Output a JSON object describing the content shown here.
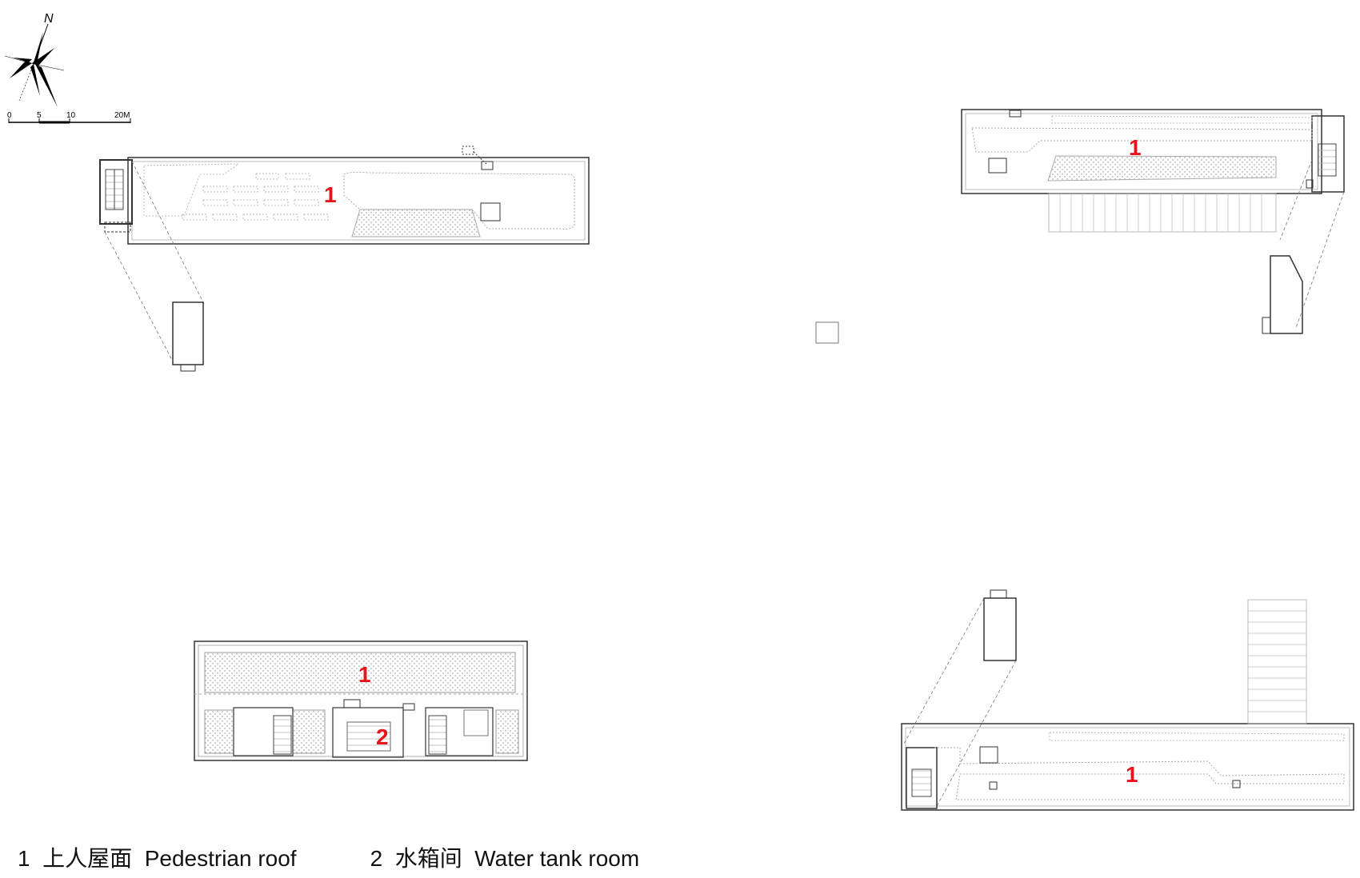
{
  "compass": {
    "north_label": "N"
  },
  "scale_bar": {
    "labels": [
      "0",
      "5",
      "10",
      "20M"
    ]
  },
  "plans": [
    {
      "id": "plan-top-left",
      "labels": [
        "1"
      ]
    },
    {
      "id": "plan-top-right",
      "labels": [
        "1"
      ]
    },
    {
      "id": "plan-bottom-left",
      "labels": [
        "1",
        "2"
      ]
    },
    {
      "id": "plan-bottom-right",
      "labels": [
        "1"
      ]
    }
  ],
  "legend": [
    {
      "number": "1",
      "text": "上人屋面  Pedestrian roof"
    },
    {
      "number": "2",
      "text": "水箱间  Water tank room"
    }
  ],
  "colors": {
    "label_red": "#e8141c",
    "line": "#333333",
    "light_line": "#9a9a9a"
  }
}
